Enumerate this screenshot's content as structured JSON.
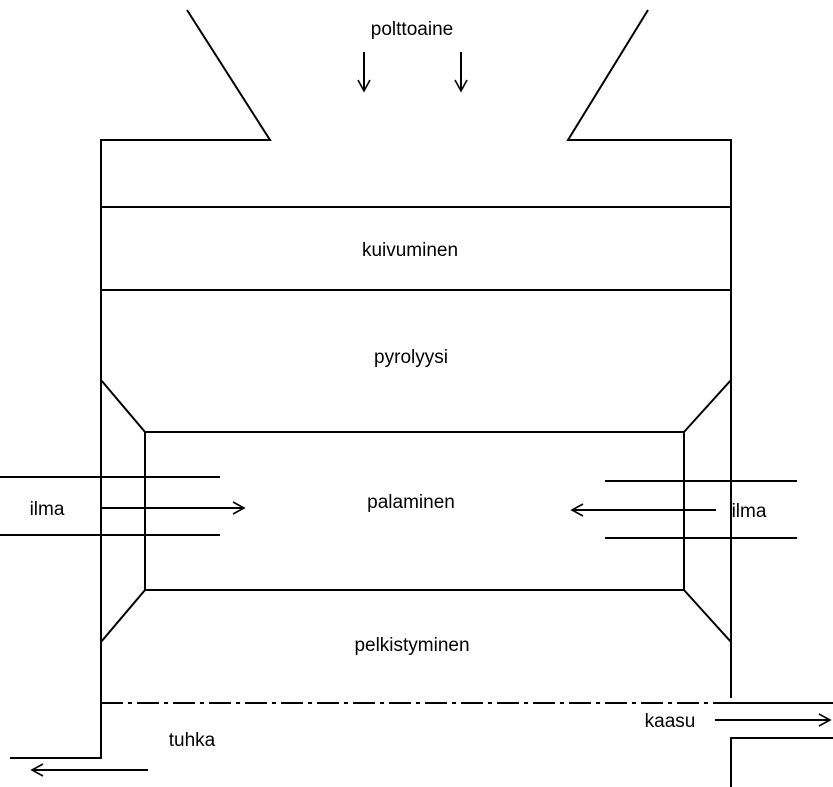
{
  "labels": {
    "fuel": "polttoaine",
    "drying": "kuivuminen",
    "pyrolysis": "pyrolyysi",
    "combustion": "palaminen",
    "reduction": "pelkistyminen",
    "air_left": "ilma",
    "air_right": "ilma",
    "gas": "kaasu",
    "ash": "tuhka"
  },
  "colors": {
    "line": "#000000",
    "background": "#ffffff"
  }
}
